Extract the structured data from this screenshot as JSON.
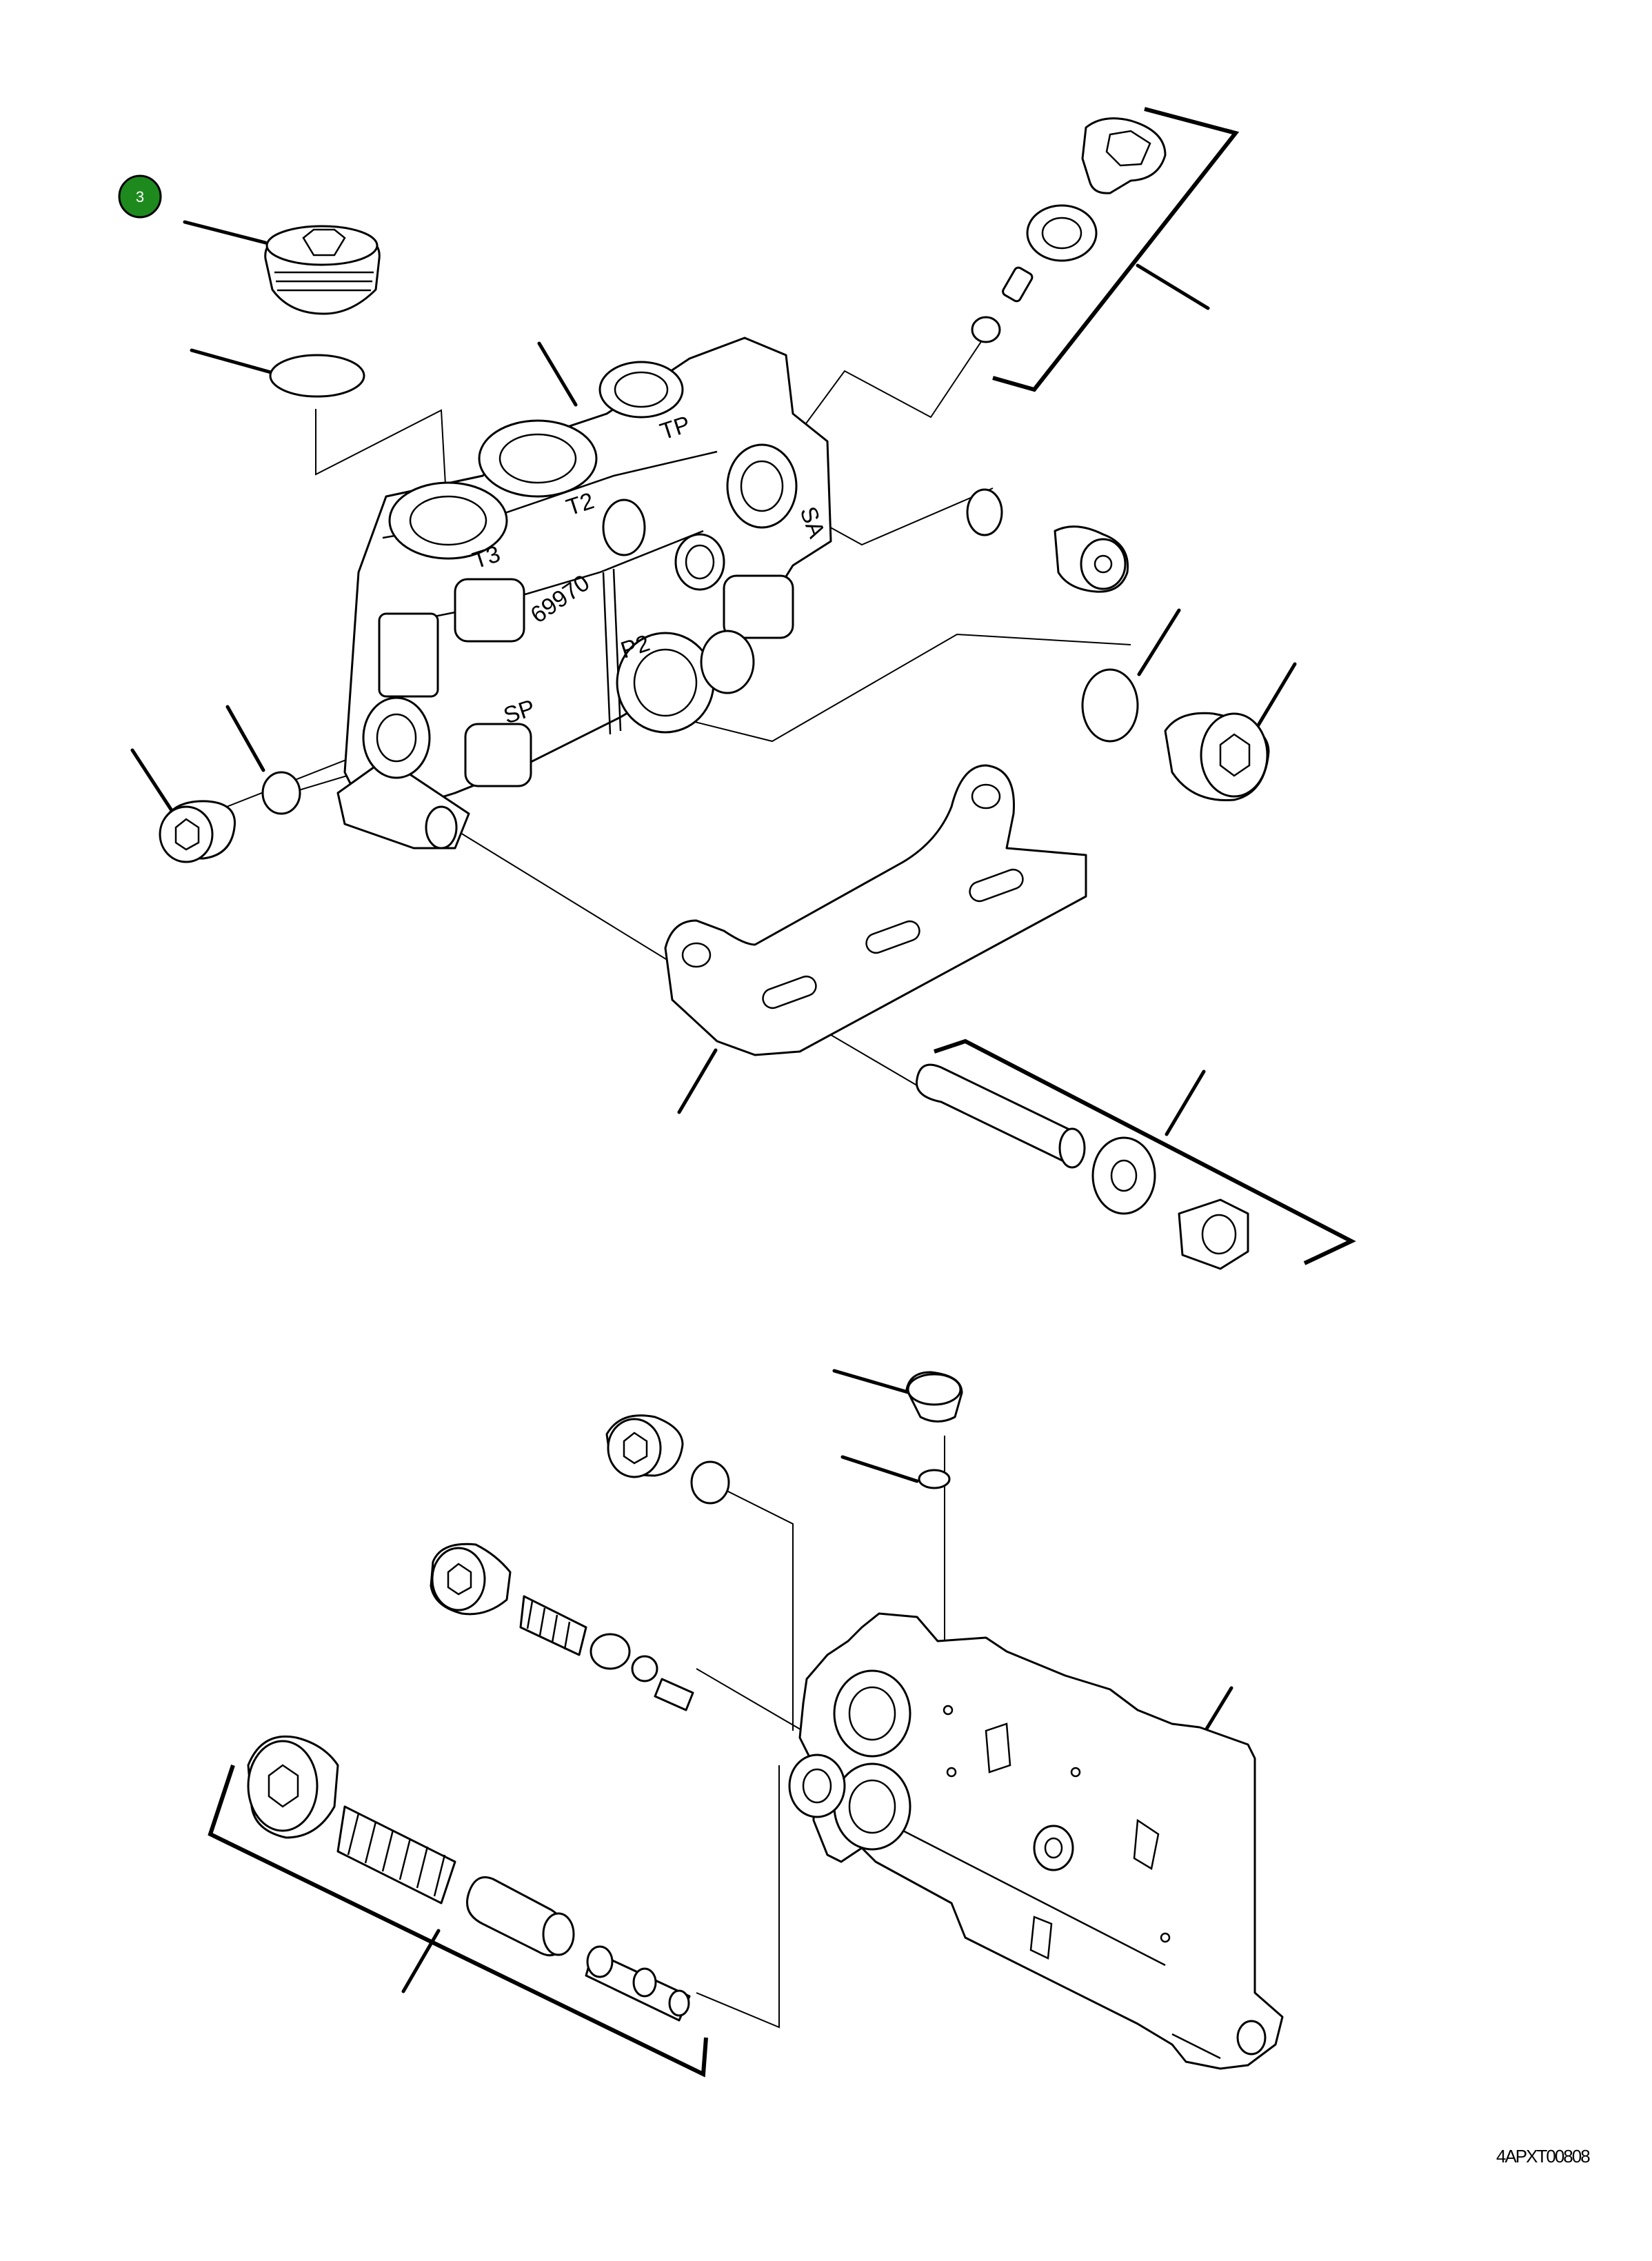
{
  "callout": {
    "number": "3",
    "color": "#1e8a1e"
  },
  "port_labels": {
    "t3": "T3",
    "t2": "T2",
    "tp": "TP",
    "sa": "SA",
    "sp": "SP",
    "p2": "P2",
    "casting_number": "69970"
  },
  "drawing_code": "4APXT00808"
}
